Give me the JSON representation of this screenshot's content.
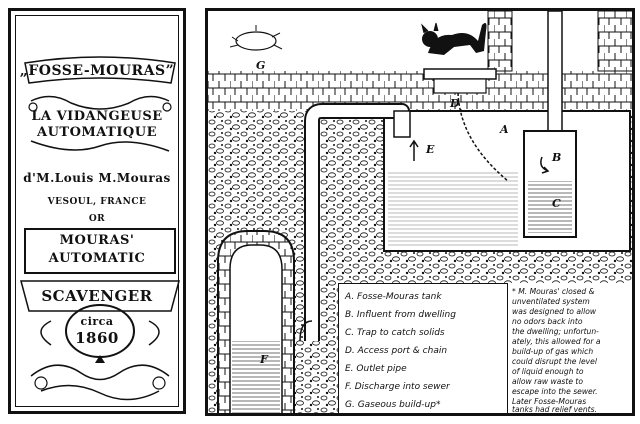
{
  "left_panel": {
    "title": "„FOSSE-MOURAS”",
    "subtitle_line1": "LA VIDANGEUSE",
    "subtitle_line2": "AUTOMATIQUE",
    "inventor": "d'M.Louis M.Mouras",
    "location": "VESOUL, FRANCE",
    "or": "OR",
    "english_line1": "MOURAS'",
    "english_line2": "AUTOMATIC",
    "english_line3": "SCAVENGER",
    "circa": "circa",
    "year": "1860"
  },
  "diagram": {
    "labels": {
      "A": "A",
      "B": "B",
      "C": "C",
      "D": "D",
      "E": "E",
      "F": "F",
      "G": "G"
    },
    "legend": [
      "A. Fosse-Mouras tank",
      "B. Influent from dwelling",
      "C. Trap to catch solids",
      "D. Access port & chain",
      "E. Outlet pipe",
      "F. Discharge into sewer",
      "G. Gaseous build-up*"
    ],
    "note": [
      "* M. Mouras' closed &",
      "unventilated system",
      "was designed to allow",
      "no odors back into",
      "the dwelling; unfortun-",
      "ately, this allowed for a",
      "build-up of gas which",
      "could disrupt the level",
      "of liquid enough to",
      "allow raw waste to",
      "escape into the sewer.",
      "Later Fosse-Mouras",
      "tanks had relief vents."
    ]
  },
  "colors": {
    "ink": "#111111",
    "paper": "#ffffff"
  }
}
